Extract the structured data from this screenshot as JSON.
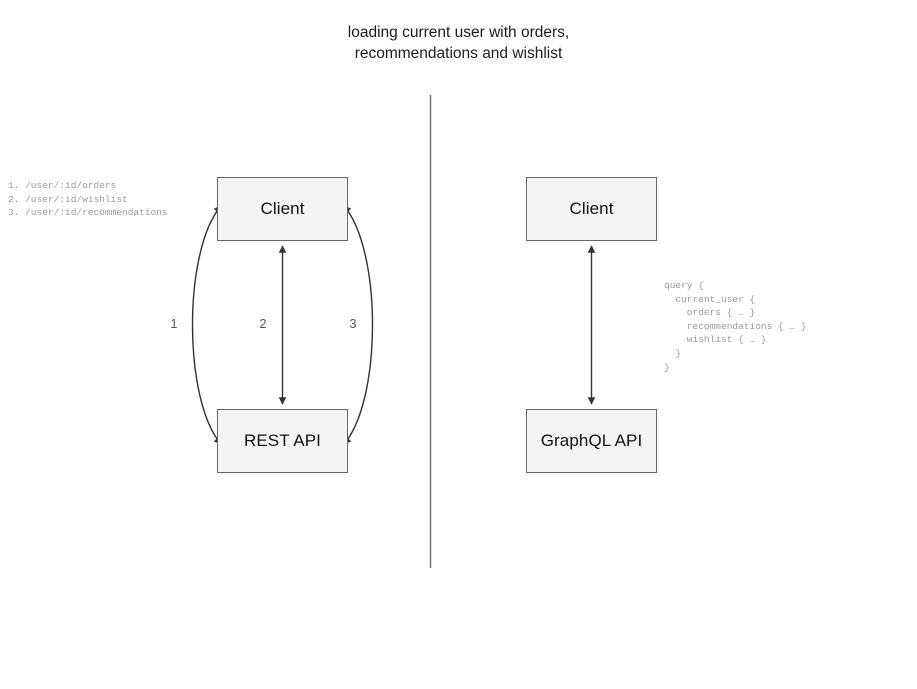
{
  "diagram": {
    "title": "loading current user with orders,\nrecommendations and wishlist",
    "divider": {
      "orientation": "vertical",
      "color": "#666666"
    },
    "colors": {
      "node_fill": "#f4f4f4",
      "node_border": "#666666",
      "edge": "#333333",
      "code_text": "#9a9a9a",
      "title_text": "#1c1c1c",
      "label_text": "#555555"
    }
  },
  "left_panel": {
    "name": "rest-approach",
    "nodes": {
      "client": "Client",
      "api": "REST API"
    },
    "edge_labels": [
      "1",
      "2",
      "3"
    ],
    "endpoints_text": "1. /user/:id/orders\n2. /user/:id/wishlist\n3. /user/:id/recommendations",
    "endpoints": [
      {
        "number": "1.",
        "path": "/user/:id/orders"
      },
      {
        "number": "2.",
        "path": "/user/:id/wishlist"
      },
      {
        "number": "3.",
        "path": "/user/:id/recommendations"
      }
    ]
  },
  "right_panel": {
    "name": "graphql-approach",
    "nodes": {
      "client": "Client",
      "api": "GraphQL API"
    },
    "query_text": "query {\n  current_user {\n    orders { … }\n    recommendations { … }\n    wishlist { … }\n  }\n}"
  }
}
